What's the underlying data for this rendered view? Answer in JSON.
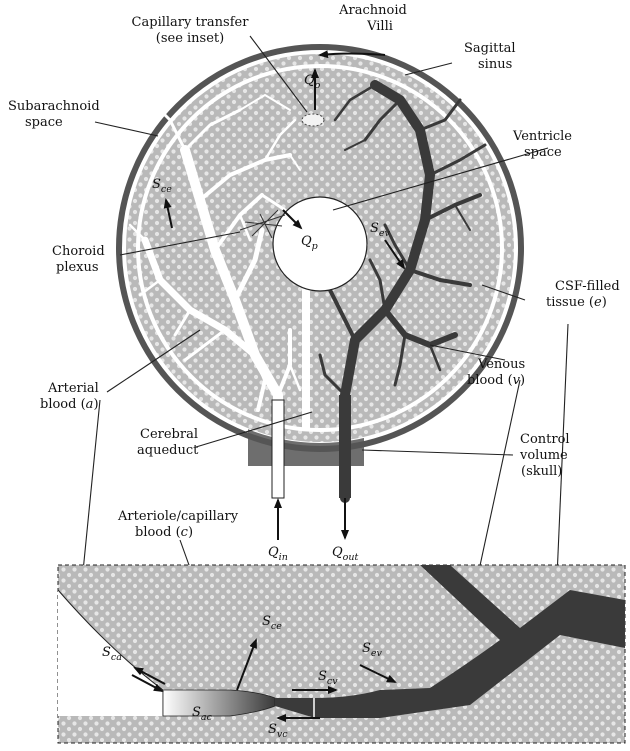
{
  "labels": {
    "capillary_transfer": [
      "Capillary transfer",
      "(see inset)"
    ],
    "arachnoid_villi": [
      "Arachnoid",
      "Villi"
    ],
    "sagittal_sinus": [
      "Sagittal",
      "sinus"
    ],
    "subarachnoid_space": [
      "Subarachnoid",
      "space"
    ],
    "ventricle_space": [
      "Ventricle",
      "space"
    ],
    "choroid_plexus": [
      "Choroid",
      "plexus"
    ],
    "csf_filled_tissue": [
      "CSF-filled",
      "tissue ("
    ],
    "csf_filled_tissue_sym": "e",
    "arterial_blood": [
      "Arterial",
      "blood ("
    ],
    "arterial_blood_sym": "a",
    "venous_blood": [
      "Venous",
      "blood ("
    ],
    "venous_blood_sym": "v",
    "cerebral_aqueduct": [
      "Cerebral",
      "aqueduct"
    ],
    "control_volume": [
      "Control",
      "volume",
      "(skull)"
    ],
    "arteriole_capillary_blood": [
      "Arteriole/capillary",
      "blood ("
    ],
    "arteriole_capillary_blood_sym": "c",
    "close_paren": ")"
  },
  "symbols": {
    "Q_o": {
      "base": "Q",
      "sub": "o"
    },
    "Q_p": {
      "base": "Q",
      "sub": "p"
    },
    "Q_in": {
      "base": "Q",
      "sub": "in"
    },
    "Q_out": {
      "base": "Q",
      "sub": "out"
    },
    "S_ce": {
      "base": "S",
      "sub": "ce"
    },
    "S_ev": {
      "base": "S",
      "sub": "ev"
    },
    "S_ce_inset": {
      "base": "S",
      "sub": "ce"
    },
    "S_ev_inset": {
      "base": "S",
      "sub": "ev"
    },
    "S_ca": {
      "base": "S",
      "sub": "ca"
    },
    "S_ac": {
      "base": "S",
      "sub": "ac"
    },
    "S_cv": {
      "base": "S",
      "sub": "cv"
    },
    "S_vc": {
      "base": "S",
      "sub": "vc"
    }
  },
  "colors": {
    "tissue": "#b9b9b9",
    "tissue_dots": "#e6e6e6",
    "venous": "#3a3a3a",
    "arterial": "#ffffff",
    "sinus_ring": "#555555",
    "skull_base": "#6e6e6e"
  }
}
